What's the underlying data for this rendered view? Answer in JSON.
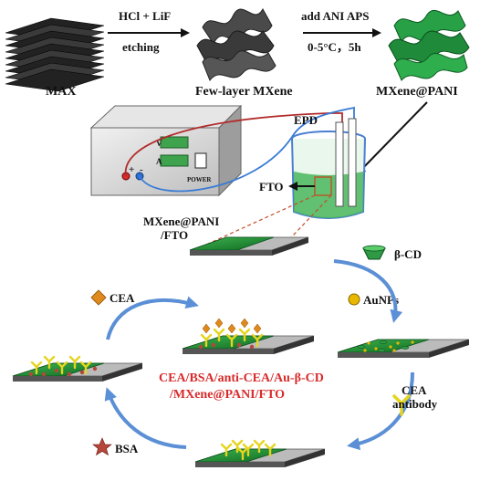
{
  "labels": {
    "max": "MAX",
    "etch_top": "HCl + LiF",
    "etch_bottom": "etching",
    "few_layer": "Few-layer MXene",
    "add_ani": "add ANI APS",
    "conditions": "0-5°C，5h",
    "mxene_pani": "MXene@PANI",
    "epd": "EPD",
    "power": "POWER",
    "meter_v": "V",
    "meter_a": "A",
    "plus": "+",
    "minus": "-",
    "fto": "FTO",
    "electrode_line1": "MXene@PANI",
    "electrode_line2": "/FTO",
    "beta_cd": "β-CD",
    "aunps": "AuNPs",
    "cea_antibody_line1": "CEA",
    "cea_antibody_line2": "antibody",
    "bsa": "BSA",
    "cea": "CEA",
    "final_line1": "CEA/BSA/anti-CEA/Au-β-CD",
    "final_line2": "/MXene@PANI/FTO"
  },
  "colors": {
    "green": "#1f8a2f",
    "grey": "#b9b9b9",
    "arrow_blue": "#5b8fd6",
    "red_text": "#d92b2b",
    "antibody": "#e6d51e",
    "cea_marker": "#e08a1e",
    "bsa_marker": "#b5473a",
    "aunp": "#e8b800"
  }
}
